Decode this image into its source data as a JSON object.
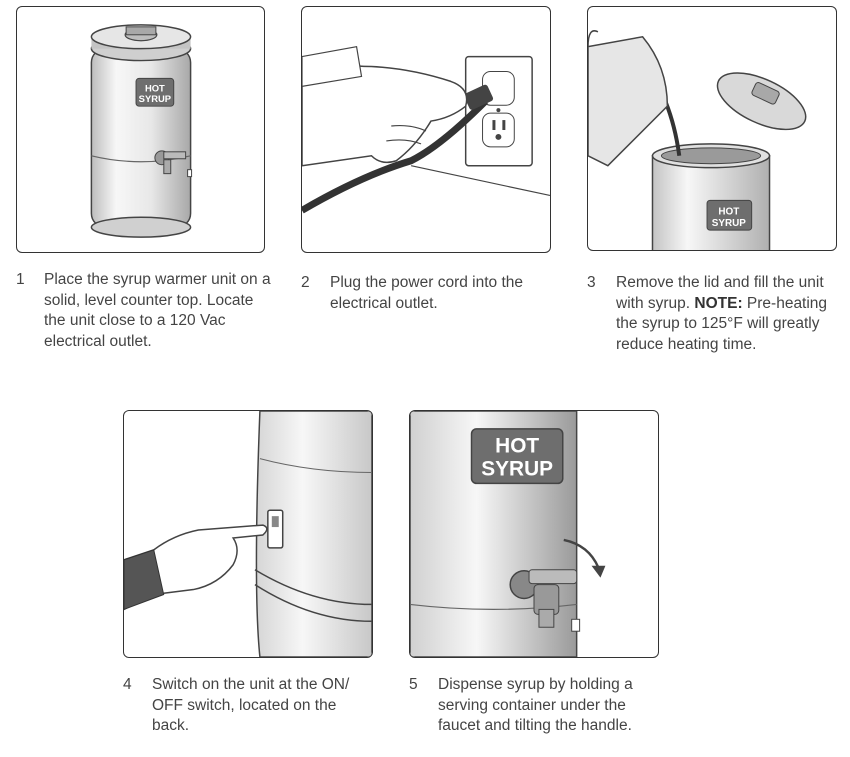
{
  "steps": [
    {
      "num": "1",
      "text": "Place the syrup warmer unit on a solid, level counter top. Locate the unit close to a 120 Vac electrical outlet."
    },
    {
      "num": "2",
      "text": "Plug the power cord into the electrical outlet."
    },
    {
      "num": "3",
      "text_before": "Remove the lid and fill the unit with syrup. ",
      "note_label": "NOTE:",
      "text_after": " Pre-heating the syrup to 125°F will greatly reduce heating time."
    },
    {
      "num": "4",
      "text": "Switch on the unit at the ON/ OFF switch, located on the back."
    },
    {
      "num": "5",
      "text": "Dispense syrup by holding a serving container under the faucet and tilting the handle."
    }
  ],
  "sign": {
    "line1": "HOT",
    "line2": "SYRUP"
  },
  "colors": {
    "outline": "#333333",
    "text": "#444444",
    "metal_light": "#f2f2f2",
    "metal_mid": "#d9d9d9",
    "metal_dark": "#9a9a9a",
    "sign_bg": "#6e6e6e"
  }
}
